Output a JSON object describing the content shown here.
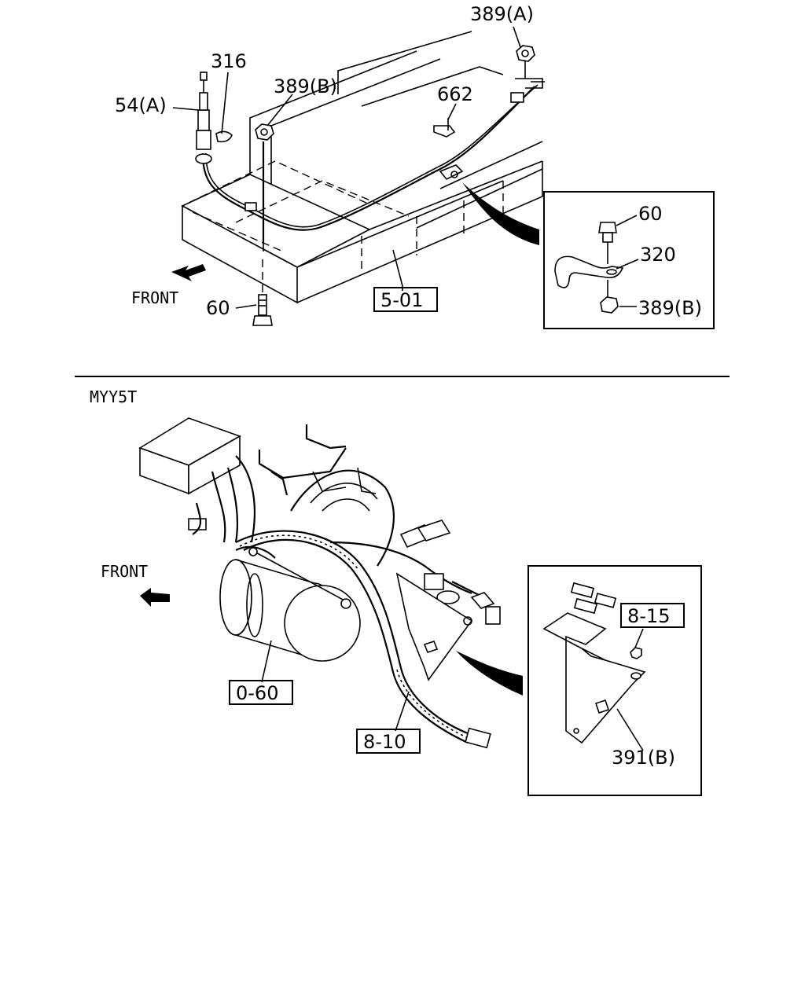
{
  "top_section": {
    "callouts": {
      "c389a": "389(A)",
      "c316": "316",
      "c54a": "54(A)",
      "c389b": "389(B)",
      "c662": "662",
      "c60_bottom": "60",
      "c501": "5-01",
      "front": "FRONT"
    },
    "detail": {
      "c60": "60",
      "c320": "320",
      "c389b": "389(B)"
    }
  },
  "bottom_section": {
    "model_code": "MYY5T",
    "callouts": {
      "front": "FRONT",
      "c060": "0-60",
      "c810": "8-10"
    },
    "detail": {
      "c815": "8-15",
      "c391b": "391(B)"
    }
  }
}
